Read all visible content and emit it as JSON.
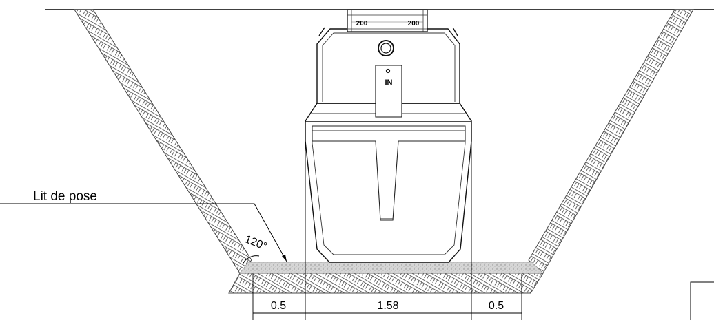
{
  "callout": {
    "label": "Lit de pose"
  },
  "angle": {
    "label": "120°"
  },
  "dimensions": {
    "left_gap": "0.5",
    "tank_width": "1.58",
    "right_gap": "0.5"
  },
  "cover": {
    "left_value": "200",
    "right_value": "200"
  },
  "tank": {
    "inlet_label": "IN"
  }
}
